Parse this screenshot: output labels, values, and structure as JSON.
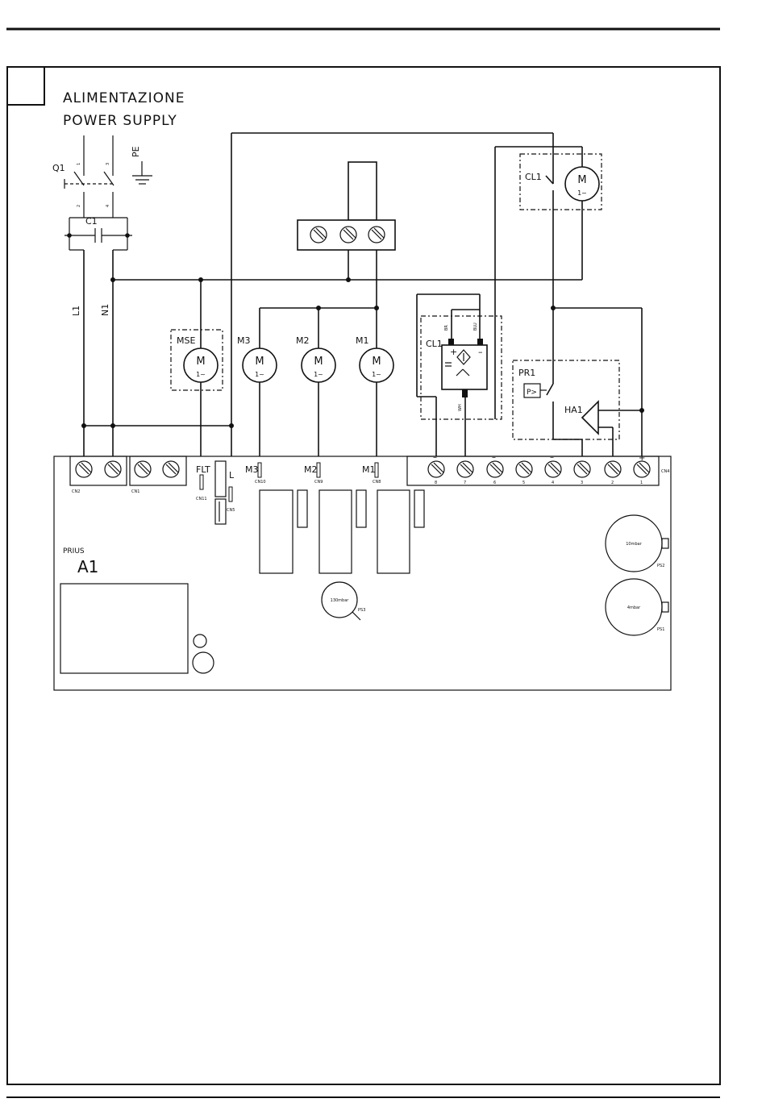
{
  "header": {
    "title_it": "ALIMENTAZIONE",
    "title_en": "POWER SUPPLY"
  },
  "supply": {
    "breaker": "Q1",
    "pe": "PE",
    "capacitor": "C1",
    "line": "L1",
    "neutral": "N1",
    "pin1": "1",
    "pin2": "2",
    "pin3": "3",
    "pin4": "4"
  },
  "motors": [
    {
      "id": "MSE",
      "symbol": "M",
      "phase": "1~"
    },
    {
      "id": "M3",
      "symbol": "M",
      "phase": "1~"
    },
    {
      "id": "M2",
      "symbol": "M",
      "phase": "1~"
    },
    {
      "id": "M1",
      "symbol": "M",
      "phase": "1~"
    }
  ],
  "contactor_motor": {
    "id": "CL1",
    "symbol": "M",
    "phase": "1~"
  },
  "sensor": {
    "id": "CL1",
    "wire_br": "BR",
    "wire_blu": "BLU",
    "wire_wh": "WH"
  },
  "pressure": {
    "id": "PR1",
    "symbol": "P>",
    "alarm": "HA1"
  },
  "board": {
    "model": "PRIUS",
    "ref": "A1",
    "flt": "FLT",
    "l": "L",
    "m3": "M3",
    "m2": "M2",
    "m1": "M1",
    "cn2": "CN2",
    "cn1": "CN1",
    "cn11": "CN11",
    "cn5": "CN5",
    "cn10": "CN10",
    "cn9": "CN9",
    "cn8": "CN8",
    "cn4": "CN4",
    "terminals": [
      "8",
      "7",
      "6",
      "5",
      "4",
      "3",
      "2",
      "1"
    ],
    "plus": "+",
    "minus1": "–",
    "minus2": "–",
    "minus3": "–",
    "ps2": "PS2",
    "ps2_label": "10mbar",
    "ps1": "PS1",
    "ps1_label": "4mbar",
    "ps3": "PS3",
    "ps3_label": "130mbar"
  }
}
